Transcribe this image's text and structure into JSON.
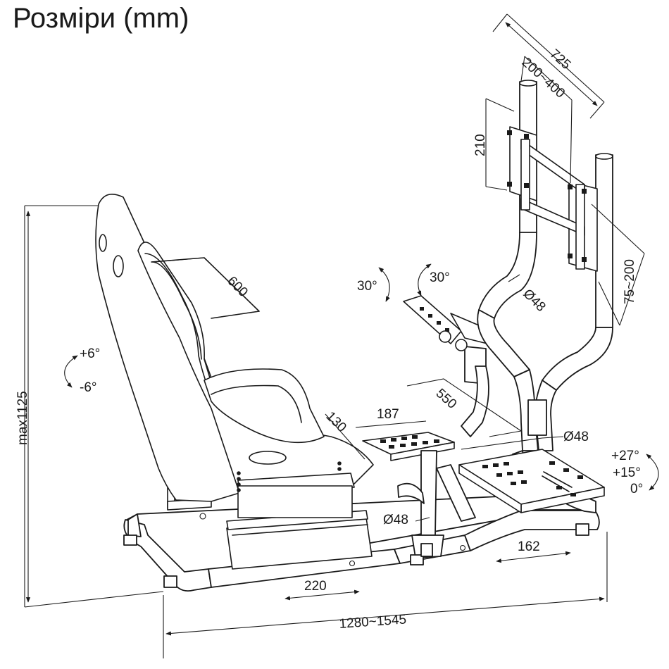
{
  "title": "Розміри (mm)",
  "dimensions": {
    "monitor_width": "725",
    "vesa_width": "200~400",
    "vesa_height": "210",
    "monitor_height": "75~200",
    "tube_monitor": "Ø48",
    "tube_wheel": "Ø48",
    "tube_base": "Ø48",
    "seat_width": "600",
    "wheel_rotation_left": "30°",
    "wheel_rotation_right": "30°",
    "seat_tilt_up": "+6°",
    "seat_tilt_down": "-6°",
    "max_height": "max1125",
    "wheel_plate_depth": "130",
    "wheel_plate_width": "187",
    "wheel_to_seat": "550",
    "seat_slide": "220",
    "pedal_slide": "162",
    "length": "1280~1545",
    "pedal_angle_1": "+27°",
    "pedal_angle_2": "+15°",
    "pedal_angle_3": "0°"
  }
}
